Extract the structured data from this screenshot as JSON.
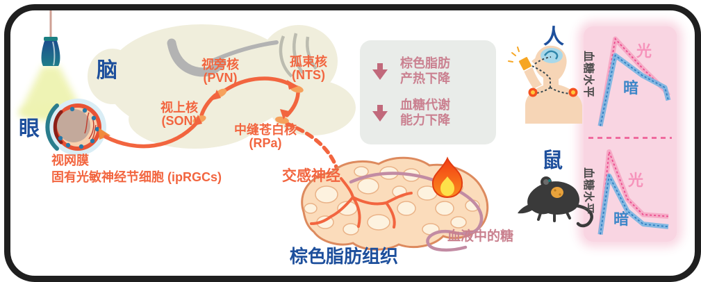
{
  "palette": {
    "label_blue": "#1d4f9c",
    "accent_orange": "#f2653f",
    "rose_text": "#ca8090",
    "mauve_text": "#c9808e",
    "panel_pink": "#f9d5e2",
    "gray_box": "#e9ece9"
  },
  "diagram": {
    "brain_label": "脑",
    "eye_label": "眼",
    "nodes": {
      "pvn": {
        "name_line": "视旁核",
        "abbr_line": "(PVN)"
      },
      "nts": {
        "name_line": "孤束核",
        "abbr_line": "(NTS)"
      },
      "son": {
        "name_line": "视上核",
        "abbr_line": "(SON)"
      },
      "rpa": {
        "name_line": "中缝苍白核",
        "abbr_line": "(RPa)"
      }
    },
    "retina_label": "视网膜",
    "iprgc_label": "固有光敏神经节细胞 (ipRGCs)",
    "sympathetic_label": "交感神经",
    "fat_label": "棕色脂肪组织",
    "blood_sugar_label": "血液中的糖"
  },
  "effects_box": {
    "items": [
      {
        "line1": "棕色脂肪",
        "line2": "产热下降"
      },
      {
        "line1": "血糖代谢",
        "line2": "能力下降"
      }
    ]
  },
  "panels": {
    "human_label": "人",
    "mouse_label": "鼠",
    "y_axis_label_human": "血糖水平",
    "y_axis_label_mouse": "血糖水平",
    "light_label_human": "光",
    "dark_label_human": "暗",
    "light_label_mouse": "光",
    "dark_label_mouse": "暗"
  },
  "chart_data": [
    {
      "type": "line",
      "title": "人 血糖水平 (blood glucose, human)",
      "ylabel": "血糖水平",
      "grid": false,
      "legend": [
        "光",
        "暗"
      ],
      "series": [
        {
          "name": "光",
          "band_color": "#f5a6c3",
          "line_color": "#eb4b8d",
          "x": [
            0,
            22,
            62,
            95,
            100
          ],
          "y": [
            5,
            100,
            68,
            44,
            38
          ]
        },
        {
          "name": "暗",
          "band_color": "#79b5e2",
          "line_color": "#2e7fc2",
          "x": [
            0,
            22,
            62,
            95,
            100
          ],
          "y": [
            5,
            82,
            60,
            47,
            33
          ]
        }
      ]
    },
    {
      "type": "line",
      "title": "鼠 血糖水平 (blood glucose, mouse)",
      "ylabel": "血糖水平",
      "grid": false,
      "legend": [
        "光",
        "暗"
      ],
      "series": [
        {
          "name": "光",
          "band_color": "#f5a6c3",
          "line_color": "#eb4b8d",
          "x": [
            0,
            13,
            40,
            63,
            100
          ],
          "y": [
            2,
            98,
            43,
            25,
            23
          ]
        },
        {
          "name": "暗",
          "band_color": "#79b5e2",
          "line_color": "#2e7fc2",
          "x": [
            0,
            13,
            40,
            63,
            100
          ],
          "y": [
            2,
            70,
            29,
            14,
            11
          ]
        }
      ]
    }
  ]
}
